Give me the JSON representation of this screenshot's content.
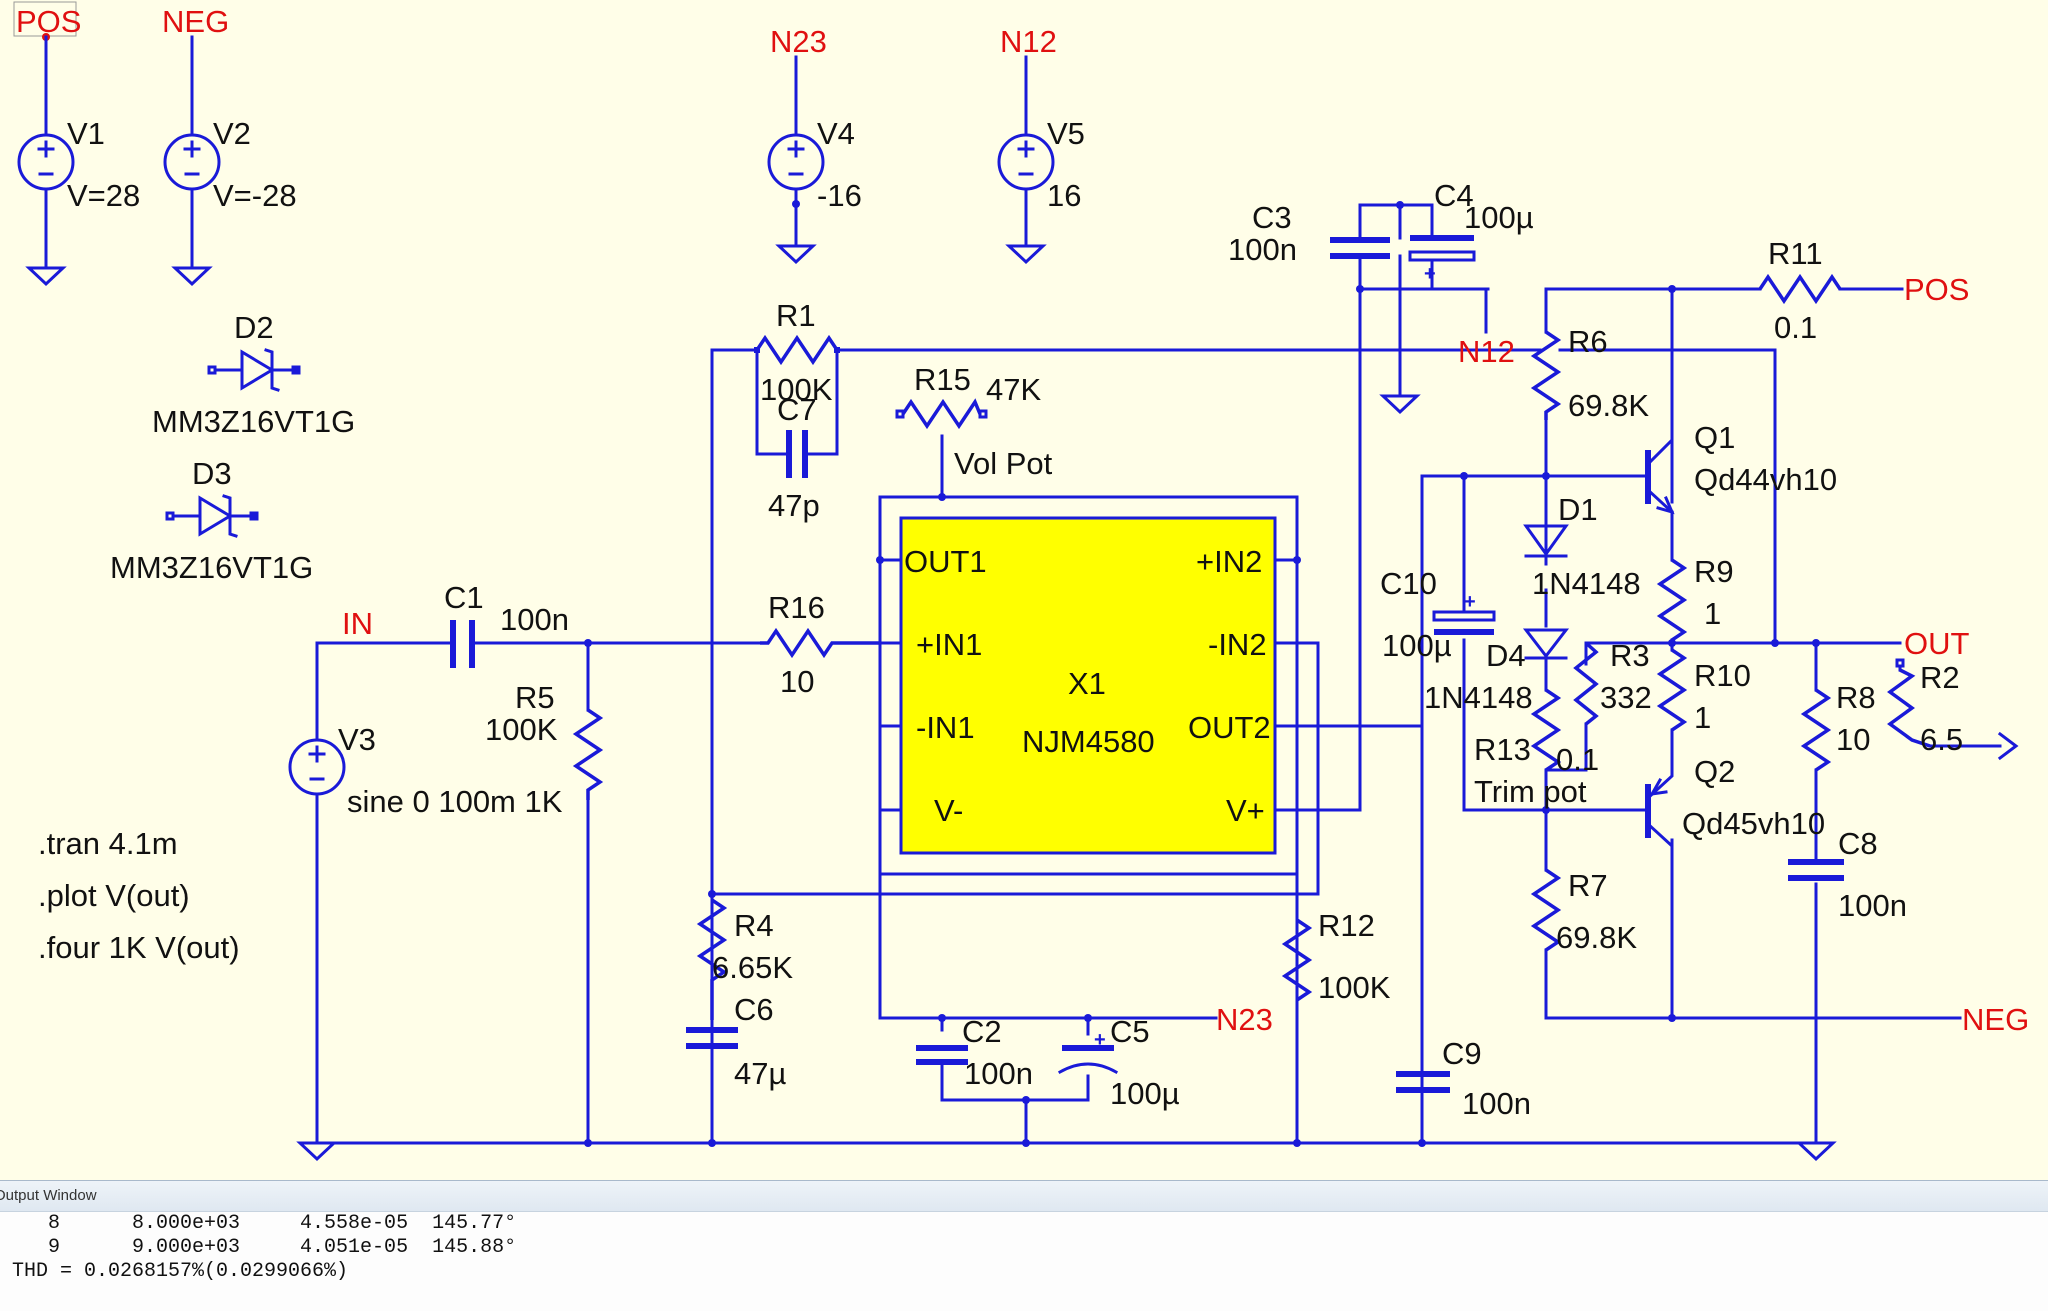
{
  "nets": {
    "pos": "POS",
    "neg": "NEG",
    "n23": "N23",
    "n12": "N12",
    "in": "IN",
    "out": "OUT"
  },
  "components": {
    "v1": {
      "name": "V1",
      "value": "V=28"
    },
    "v2": {
      "name": "V2",
      "value": "V=-28"
    },
    "v3": {
      "name": "V3",
      "value": "sine 0 100m 1K"
    },
    "v4": {
      "name": "V4",
      "value": "-16"
    },
    "v5": {
      "name": "V5",
      "value": "16"
    },
    "d1": {
      "name": "D1",
      "value": "1N4148"
    },
    "d2": {
      "name": "D2",
      "value": "MM3Z16VT1G"
    },
    "d3": {
      "name": "D3",
      "value": "MM3Z16VT1G"
    },
    "d4": {
      "name": "D4",
      "value": "1N4148"
    },
    "c1": {
      "name": "C1",
      "value": "100n"
    },
    "c2": {
      "name": "C2",
      "value": "100n"
    },
    "c3": {
      "name": "C3",
      "value": "100n"
    },
    "c4": {
      "name": "C4",
      "value": "100µ"
    },
    "c5": {
      "name": "C5",
      "value": "100µ"
    },
    "c6": {
      "name": "C6",
      "value": "47µ"
    },
    "c7": {
      "name": "C7",
      "value": "47p"
    },
    "c8": {
      "name": "C8",
      "value": "100n"
    },
    "c9": {
      "name": "C9",
      "value": "100n"
    },
    "c10": {
      "name": "C10",
      "value": "100µ"
    },
    "r1": {
      "name": "R1",
      "value": "100K"
    },
    "r2": {
      "name": "R2",
      "value": "6.5"
    },
    "r3": {
      "name": "R3",
      "value": "332"
    },
    "r4": {
      "name": "R4",
      "value": "6.65K"
    },
    "r5": {
      "name": "R5",
      "value": "100K"
    },
    "r6": {
      "name": "R6",
      "value": "69.8K"
    },
    "r7": {
      "name": "R7",
      "value": "69.8K"
    },
    "r8": {
      "name": "R8",
      "value": "10"
    },
    "r9": {
      "name": "R9",
      "value": "1"
    },
    "r10": {
      "name": "R10",
      "value": "1"
    },
    "r11": {
      "name": "R11",
      "value": "0.1"
    },
    "r12": {
      "name": "R12",
      "value": "100K"
    },
    "r13": {
      "name": "R13",
      "value": "0.1",
      "extra": "Trim pot"
    },
    "r15": {
      "name": "R15",
      "value": "47K",
      "extra": "Vol Pot"
    },
    "r16": {
      "name": "R16",
      "value": "10"
    },
    "q1": {
      "name": "Q1",
      "value": "Qd44vh10"
    },
    "q2": {
      "name": "Q2",
      "value": "Qd45vh10"
    },
    "x1": {
      "name": "X1",
      "value": "NJM4580",
      "pins": {
        "out1": "OUT1",
        "in1p": "+IN1",
        "in1n": "-IN1",
        "vneg": "V-",
        "in2p": "+IN2",
        "in2n": "-IN2",
        "out2": "OUT2",
        "vpos": "V+"
      }
    }
  },
  "directives": {
    "tran": ".tran 4.1m",
    "plot": ".plot V(out)",
    "four": ".four 1K V(out)"
  },
  "output_window": {
    "title": "Output Window",
    "lines": [
      "   8      8.000e+03     4.558e-05  145.77°",
      "   9      9.000e+03     4.051e-05  145.88°",
      "THD = 0.0268157%(0.0299066%)"
    ]
  },
  "colors": {
    "wire": "#1a1ad8",
    "net_label": "#e01010",
    "opamp_fill": "#ffff00",
    "background": "#fffee8"
  }
}
